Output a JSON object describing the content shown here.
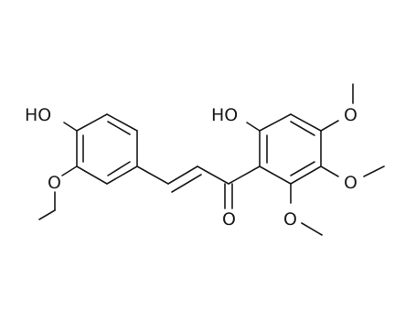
{
  "molecule": {
    "atoms": {
      "oh_left": "HO",
      "o_methoxy_left": "O",
      "oh_right": "HO",
      "o_carbonyl": "O",
      "o_methoxy_top": "O",
      "o_methoxy_mid": "O",
      "o_methoxy_bottom": "O"
    }
  }
}
